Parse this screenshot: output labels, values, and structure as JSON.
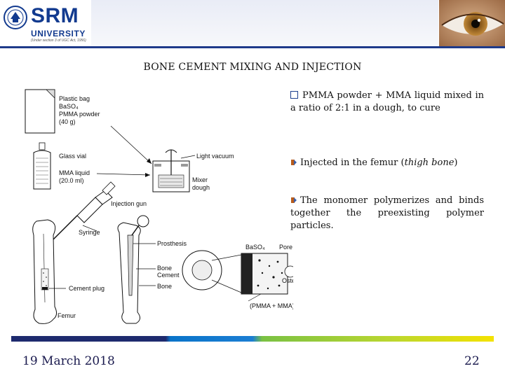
{
  "header": {
    "logo_name": "SRM",
    "logo_sub": "UNIVERSITY",
    "logo_tagline": "(Under section 3 of UGC Act, 1956)"
  },
  "title": "BONE CEMENT MIXING AND INJECTION",
  "diagram": {
    "labels": {
      "plastic_bag": "Plastic bag",
      "baso4": "BaSO₄",
      "pmma_powder": "PMMA powder",
      "pmma_qty": "(40 g)",
      "glass_vial": "Glass vial",
      "mma_liquid": "MMA liquid",
      "mma_qty": "(20.0 ml)",
      "light_vacuum": "Light vacuum",
      "mixer": "Mixer",
      "dough": "dough",
      "injection_gun": "Injection gun",
      "syringe": "Syringe",
      "prosthesis": "Prosthesis",
      "bone_cement_1": "Bone",
      "bone_cement_2": "Cement",
      "bone": "Bone",
      "cement_plug": "Cement plug",
      "femur": "Femur",
      "baso4_2": "BaSO₄",
      "pore": "Pore",
      "osteon": "Osteon",
      "matrix": "(PMMA + MMA) matrix"
    }
  },
  "bullets": [
    {
      "text": "PMMA powder + MMA liquid mixed in a ratio of 2:1 in a dough, to cure"
    },
    {
      "text_pre": "Injected in the femur (",
      "text_italic": "thigh bone",
      "text_post": ")"
    },
    {
      "text": "The monomer polymerizes and binds together the preexisting polymer particles."
    }
  ],
  "footer": {
    "date": "19 March 2018",
    "page": "22"
  },
  "colors": {
    "brand_blue": "#123a8f",
    "footer_navy": "#1e2a6e",
    "footer_blue": "#0a74c9",
    "footer_green": "#7ac143",
    "footer_yellow": "#f4e200"
  }
}
